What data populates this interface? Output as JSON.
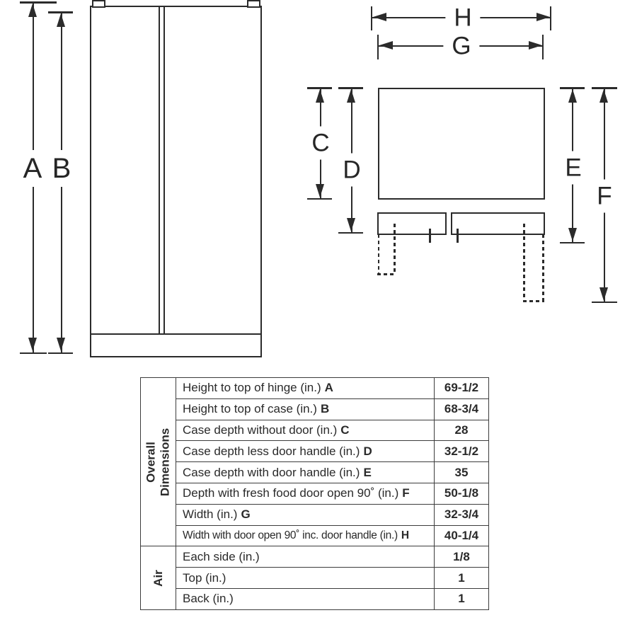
{
  "diagram": {
    "front_labels": {
      "a": "A",
      "b": "B"
    },
    "top_labels": {
      "c": "C",
      "d": "D",
      "e": "E",
      "f": "F",
      "g": "G",
      "h": "H"
    }
  },
  "table": {
    "sections": [
      {
        "label_lines": [
          "Overall",
          "Dimensions"
        ]
      },
      {
        "label_lines": [
          "Air"
        ]
      }
    ],
    "rows": [
      {
        "label": "Height to top of hinge (in.)",
        "letter": "A",
        "value": "69-1/2"
      },
      {
        "label": "Height to top of case (in.)",
        "letter": "B",
        "value": "68-3/4"
      },
      {
        "label": "Case depth without door (in.)",
        "letter": "C",
        "value": "28"
      },
      {
        "label": "Case depth less door handle (in.)",
        "letter": "D",
        "value": "32-1/2"
      },
      {
        "label": "Case depth with door handle (in.)",
        "letter": "E",
        "value": "35"
      },
      {
        "label": "Depth with fresh food door open 90˚ (in.)",
        "letter": "F",
        "value": "50-1/8"
      },
      {
        "label": "Width (in.)",
        "letter": "G",
        "value": "32-3/4"
      },
      {
        "label": "Width with door open 90˚ inc. door handle (in.)",
        "letter": "H",
        "value": "40-1/4"
      },
      {
        "label": "Each side (in.)",
        "letter": "",
        "value": "1/8"
      },
      {
        "label": "Top (in.)",
        "letter": "",
        "value": "1"
      },
      {
        "label": "Back (in.)",
        "letter": "",
        "value": "1"
      }
    ]
  },
  "colors": {
    "line": "#2b2b2b",
    "text": "#2a2a2a"
  }
}
